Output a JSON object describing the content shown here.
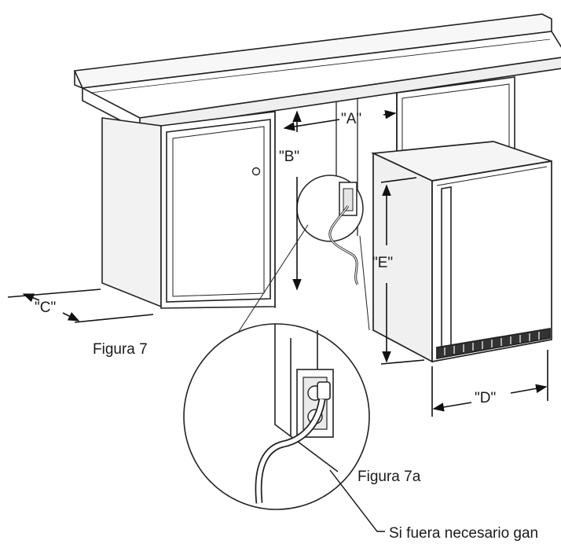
{
  "labels": {
    "a": "\"A\"",
    "b": "\"B\"",
    "c": "\"C\"",
    "d": "\"D\"",
    "e": "\"E\""
  },
  "captions": {
    "figure7": "Figura 7",
    "figure7a": "Figura 7a",
    "note": "Si fuera necesario gan"
  }
}
